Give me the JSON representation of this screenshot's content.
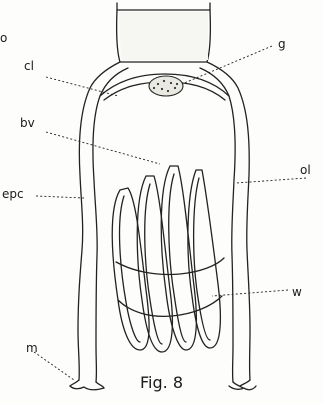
{
  "figure": {
    "caption": "Fig. 8",
    "corner_mark": "o",
    "labels": {
      "cl": "cl",
      "g": "g",
      "bv": "bv",
      "ol": "ol",
      "epc": "epc",
      "w": "w",
      "m": "m"
    }
  }
}
